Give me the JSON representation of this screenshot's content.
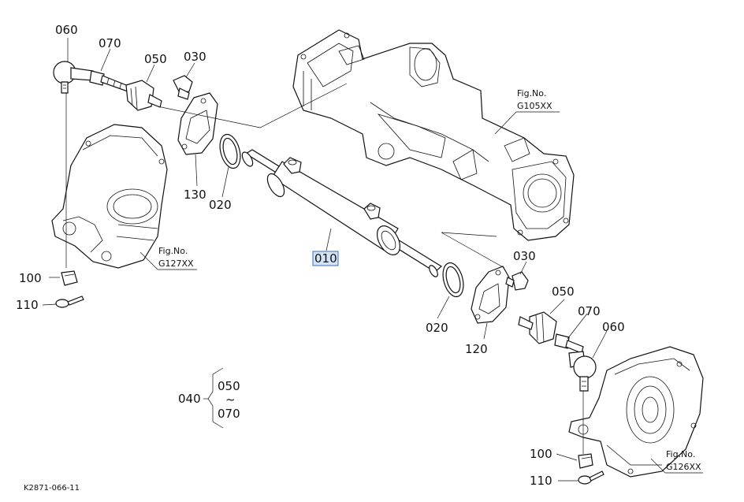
{
  "labels": {
    "p060_left": "060",
    "p070_left": "070",
    "p050_left": "050",
    "p030_left": "030",
    "p130": "130",
    "p020_left": "020",
    "p010": "010",
    "p100_left": "100",
    "p110_left": "110",
    "p030_right": "030",
    "p050_right": "050",
    "p070_right": "070",
    "p060_right": "060",
    "p020_right": "020",
    "p120": "120",
    "p100_right": "100",
    "p110_right": "110",
    "p040": "040",
    "p040_from": "050",
    "p040_tilde": "~",
    "p040_to": "070"
  },
  "figure_refs": {
    "g105_a": "Fig.No.",
    "g105_b": "G105XX",
    "g127_a": "Fig.No.",
    "g127_b": "G127XX",
    "g126_a": "Fig.No.",
    "g126_b": "G126XX"
  },
  "diagram_code": "K2871-066-11",
  "highlight_color": "#d3e3f7"
}
